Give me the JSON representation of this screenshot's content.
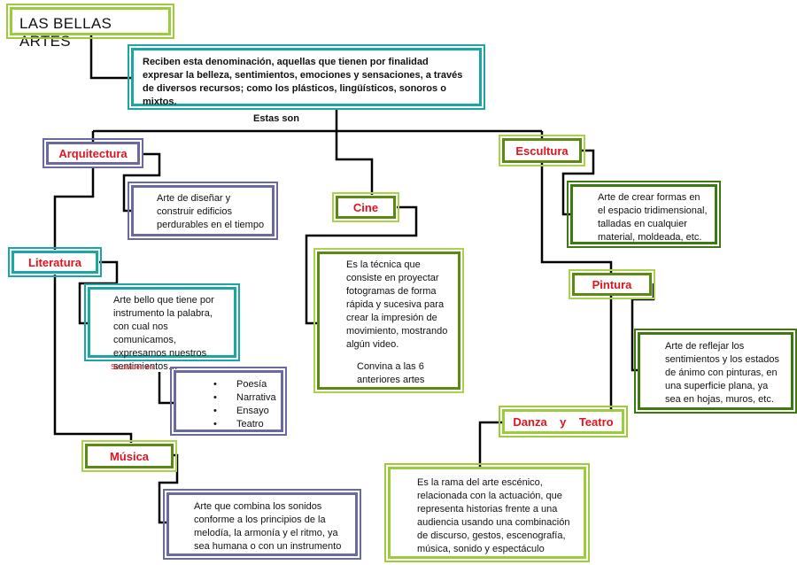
{
  "title": "LAS BELLAS ARTES",
  "definition": "Reciben esta denominación, aquellas que tienen por finalidad expresar la belleza, sentimientos, emociones y sensaciones, a través de diversos recursos; como los plásticos, lingüísticos, sonoros o mixtos.",
  "connector_label": "Estas son",
  "nodes": {
    "arquitectura": {
      "label": "Arquitectura",
      "desc": "Arte de diseñar y construir edificios perdurables en el tiempo"
    },
    "literatura": {
      "label": "Literatura",
      "desc": "Arte bello que tiene por instrumento la palabra, con cual nos comunicamos, expresamos nuestros sentimientos…",
      "divide_label": "Se dividen en:",
      "genres": [
        "Poesía",
        "Narrativa",
        "Ensayo",
        "Teatro"
      ]
    },
    "musica": {
      "label": "Música",
      "desc": "Arte que combina los sonidos conforme a los principios de la melodía, la armonía y el ritmo, ya sea humana o con un instrumento"
    },
    "cine": {
      "label": "Cine",
      "desc": "Es la técnica que consiste en proyectar fotogramas de forma rápida y sucesiva para crear la impresión de movimiento, mostrando algún video.",
      "note": "Convina a las 6 anteriores artes"
    },
    "escultura": {
      "label": "Escultura",
      "desc": "Arte de crear formas en el espacio tridimensional, talladas en cualquier material, moldeada, etc."
    },
    "pintura": {
      "label": "Pintura",
      "desc": "Arte de reflejar los sentimientos y los estados de ánimo con pinturas, en una superficie plana, ya sea en hojas, muros, etc."
    },
    "danza_teatro": {
      "label": "Danza    y    Teatro",
      "desc": "Es la rama del arte escénico, relacionada con la actuación, que representa historias frente a una audiencia usando una combinación de discurso, gestos, escenografía, música, sonido y espectáculo"
    }
  },
  "bullet_glyph": "•"
}
